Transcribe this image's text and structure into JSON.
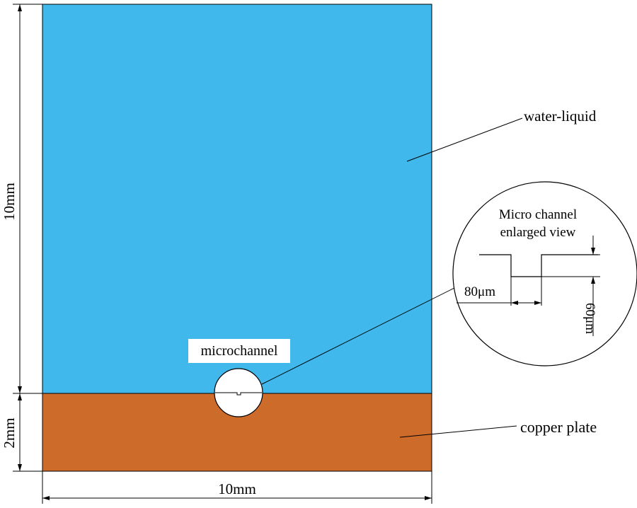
{
  "labels": {
    "water": "water-liquid",
    "copper": "copper plate",
    "microchannel": "microchannel",
    "enlarged_line1": "Micro channel",
    "enlarged_line2": "enlarged view",
    "width": "80μm",
    "depth": "60μm"
  },
  "dimensions": {
    "height_water": "10mm",
    "height_copper": "2mm",
    "width_total": "10mm"
  },
  "colors": {
    "water": "#40b8ec",
    "copper": "#cd6b2b",
    "outline": "#000000"
  }
}
